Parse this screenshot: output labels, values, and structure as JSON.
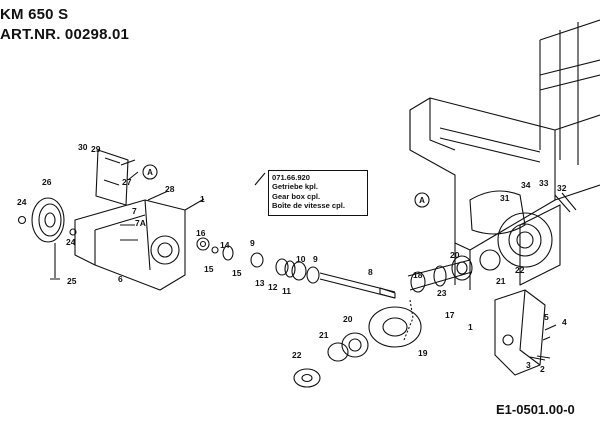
{
  "header": {
    "model": "KM 650 S",
    "article": "ART.NR. 00298.01"
  },
  "info_box": {
    "part_number": "071.66.920",
    "lines": [
      "Getriebe kpl.",
      "Gear box cpl.",
      "Boîte de vitesse cpl."
    ]
  },
  "doc_code": "E1-0501.00-0",
  "reference_marker": "A",
  "callouts": [
    {
      "label": "30"
    },
    {
      "label": "29"
    },
    {
      "label": "27"
    },
    {
      "label": "28"
    },
    {
      "label": "26"
    },
    {
      "label": "24"
    },
    {
      "label": "24"
    },
    {
      "label": "1"
    },
    {
      "label": "7"
    },
    {
      "label": "7A"
    },
    {
      "label": "16"
    },
    {
      "label": "14"
    },
    {
      "label": "15"
    },
    {
      "label": "15"
    },
    {
      "label": "6"
    },
    {
      "label": "25"
    },
    {
      "label": "9"
    },
    {
      "label": "13"
    },
    {
      "label": "12"
    },
    {
      "label": "11"
    },
    {
      "label": "10"
    },
    {
      "label": "9"
    },
    {
      "label": "8"
    },
    {
      "label": "18"
    },
    {
      "label": "20"
    },
    {
      "label": "23"
    },
    {
      "label": "22"
    },
    {
      "label": "21"
    },
    {
      "label": "17"
    },
    {
      "label": "19"
    },
    {
      "label": "20"
    },
    {
      "label": "21"
    },
    {
      "label": "22"
    },
    {
      "label": "31"
    },
    {
      "label": "34"
    },
    {
      "label": "33"
    },
    {
      "label": "32"
    },
    {
      "label": "1"
    },
    {
      "label": "5"
    },
    {
      "label": "4"
    },
    {
      "label": "3"
    },
    {
      "label": "2"
    }
  ]
}
